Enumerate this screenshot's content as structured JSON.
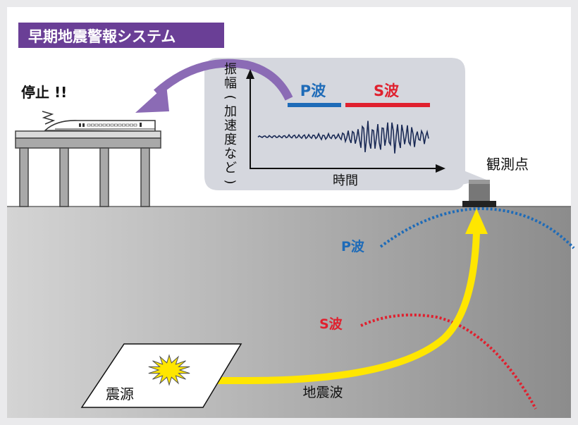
{
  "title": "早期地震警報システム",
  "train_label": "停止 !!",
  "graph": {
    "y_label": "振幅(加速度など)",
    "x_label": "時間",
    "legend": [
      {
        "label": "P波",
        "color": "#1e6bb8"
      },
      {
        "label": "S波",
        "color": "#e0202e"
      }
    ]
  },
  "station_label": "観測点",
  "wave_labels": {
    "p": "P波",
    "s": "S波",
    "earthquake": "地震波",
    "epicenter": "震源"
  },
  "colors": {
    "p_wave": "#1e6bb8",
    "s_wave": "#e0202e",
    "title_bg": "#6a3f96",
    "arrow": "#ffe600",
    "ground_light": "#d2d2d2",
    "ground_dark": "#8a8a8a",
    "bubble": "#d5d7de",
    "curved_arrow": "#8b6bb5"
  }
}
